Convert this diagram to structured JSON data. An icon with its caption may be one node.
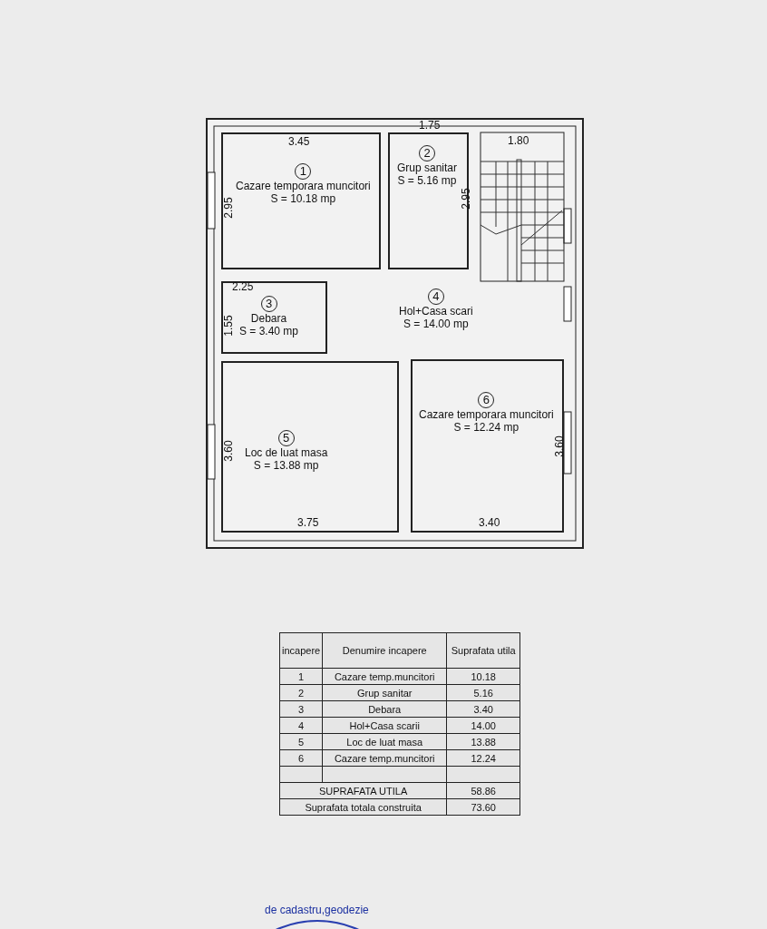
{
  "diagram": {
    "nodes": [
      {
        "text": [
          "1",
          "Cazare temporara muncitori",
          "S = 10.18 mp"
        ]
      },
      {
        "text": [
          "2",
          "Grup sanitar",
          "S = 5.16 mp"
        ]
      },
      {
        "text": [
          "3",
          "Debara",
          "S = 3.40 mp"
        ]
      },
      {
        "text": [
          "4",
          "Hol+Casa scari",
          "S = 14.00 mp"
        ]
      },
      {
        "text": [
          "5",
          "Loc de luat masa",
          "S = 13.88 mp"
        ]
      },
      {
        "text": [
          "6",
          "Cazare temporara muncitori",
          "S = 12.24 mp"
        ]
      }
    ],
    "labels": [
      "3.45",
      "1.75",
      "1.80",
      "2.95",
      "2.95",
      "2.25",
      "1.55",
      "3.60",
      "3.60",
      "3.75",
      "3.40",
      "incapere",
      "Denumire incapere",
      "Suprafata utila",
      "1",
      "Cazare temp.muncitori",
      "10.18",
      "2",
      "Grup sanitar",
      "5.16",
      "3",
      "Debara",
      "3.40",
      "4",
      "Hol+Casa scarii",
      "14.00",
      "5",
      "Loc de luat masa",
      "13.88",
      "6",
      "Cazare temp.muncitori",
      "12.24",
      "SUPRAFATA UTILA",
      "58.86",
      "Suprafata totala construita",
      "73.60",
      "de cadastru,geodezie"
    ]
  }
}
